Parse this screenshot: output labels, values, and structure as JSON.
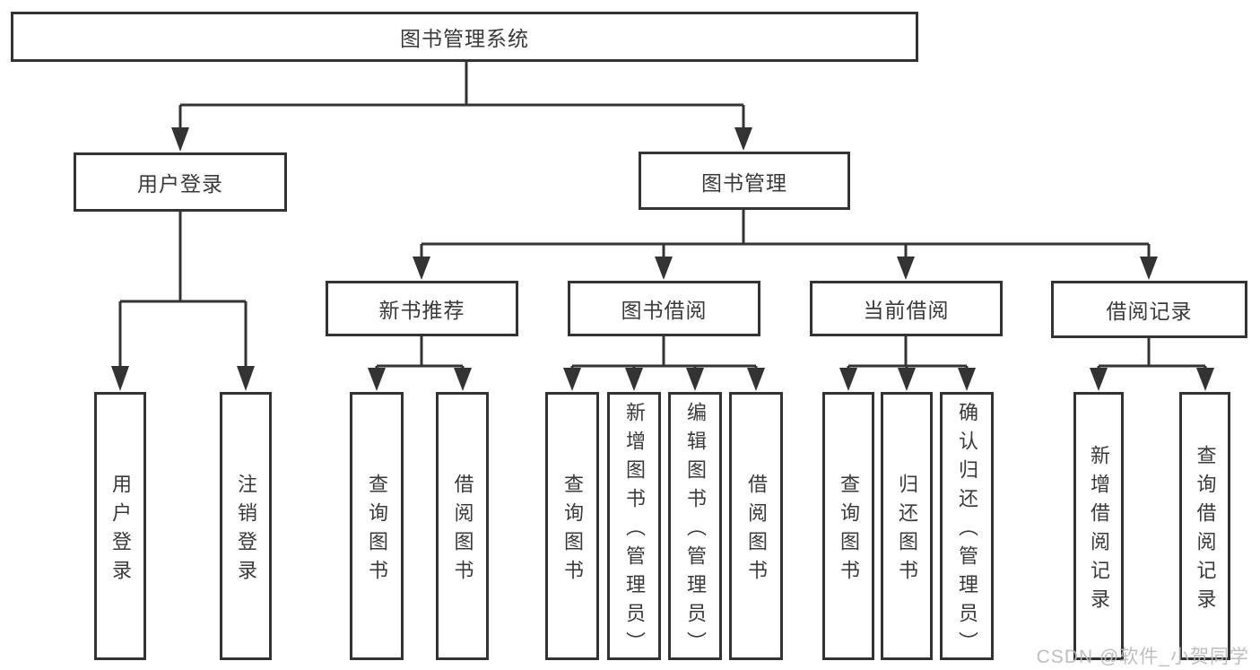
{
  "diagram": {
    "root": {
      "label": "图书管理系统"
    },
    "branches": [
      {
        "label": "用户登录",
        "children": [
          {
            "label": "用户登录"
          },
          {
            "label": "注销登录"
          }
        ]
      },
      {
        "label": "图书管理",
        "children": [
          {
            "label": "新书推荐",
            "children": [
              {
                "label": "查询图书"
              },
              {
                "label": "借阅图书"
              }
            ]
          },
          {
            "label": "图书借阅",
            "children": [
              {
                "label": "查询图书"
              },
              {
                "label": "新增图书（管理员）"
              },
              {
                "label": "编辑图书（管理员）"
              },
              {
                "label": "借阅图书"
              }
            ]
          },
          {
            "label": "当前借阅",
            "children": [
              {
                "label": "查询图书"
              },
              {
                "label": "归还图书"
              },
              {
                "label": "确认归还（管理员）"
              }
            ]
          },
          {
            "label": "借阅记录",
            "children": [
              {
                "label": "新增借阅记录"
              },
              {
                "label": "查询借阅记录"
              }
            ]
          }
        ]
      }
    ]
  },
  "watermark": {
    "text": "CSDN @软件_小贺同学"
  },
  "colors": {
    "line": "#333333",
    "text": "#3a3a3a",
    "watermark": "#b9b9b9",
    "background": "#ffffff"
  }
}
